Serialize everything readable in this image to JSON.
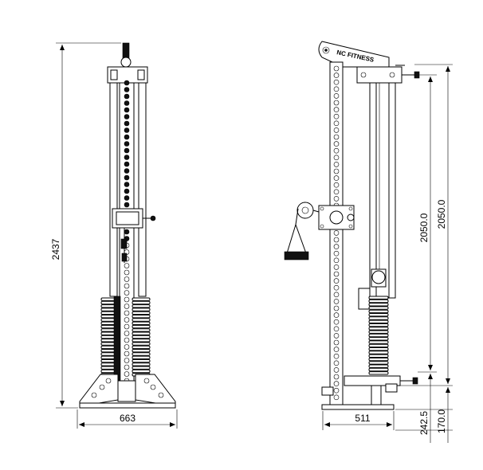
{
  "drawing": {
    "front_view": {
      "height_label": "2437",
      "width_label": "663"
    },
    "side_view": {
      "brand_text": "NC FITNESS",
      "depth_label": "511",
      "travel_label_inner": "2050.0",
      "travel_label_outer": "2050.0",
      "low_position_label": "242.5",
      "base_offset_label": "170.0"
    }
  }
}
